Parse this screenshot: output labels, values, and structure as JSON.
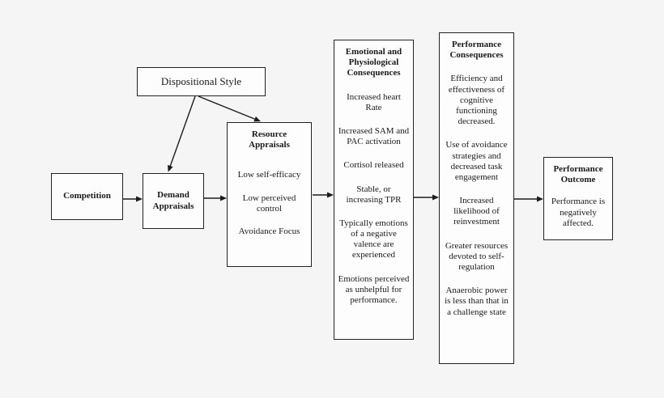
{
  "diagram": {
    "background": "#f5f5f5",
    "box_fill": "#fdfdfd",
    "line_color": "#1c1c1c",
    "boxes": {
      "dispositional": {
        "label": "Dispositional Style"
      },
      "competition": {
        "title": "Competition"
      },
      "demand": {
        "title": "Demand Appraisals"
      },
      "resource": {
        "title": "Resource Appraisals",
        "items": [
          "Low self-efficacy",
          "Low perceived control",
          "Avoidance Focus"
        ]
      },
      "emotional": {
        "title": "Emotional and Physiological Consequences",
        "items": [
          "Increased heart Rate",
          "Increased SAM and PAC activation",
          "Cortisol released",
          "Stable, or increasing TPR",
          "Typically emotions of a negative valence are experienced",
          "Emotions perceived as unhelpful for performance."
        ]
      },
      "performance_consequences": {
        "title": "Performance Consequences",
        "items": [
          "Efficiency and effectiveness of cognitive functioning decreased.",
          "Use of avoidance strategies and decreased task engagement",
          "Increased likelihood of reinvestment",
          "Greater resources devoted to self-regulation",
          "Anaerobic power is less than that in a challenge state"
        ]
      },
      "performance_outcome": {
        "title": "Performance Outcome",
        "items": [
          "Performance is negatively affected."
        ]
      }
    }
  }
}
